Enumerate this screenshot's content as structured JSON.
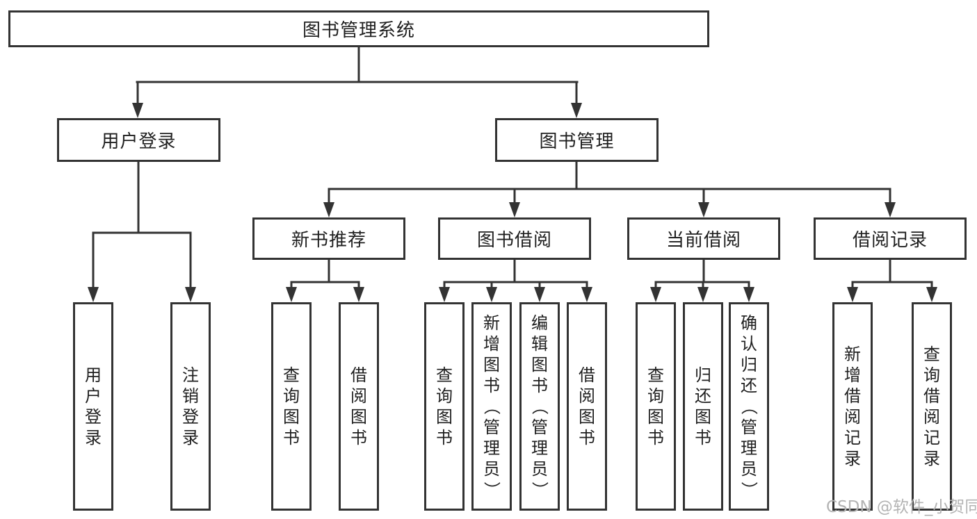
{
  "tree": {
    "root": "图书管理系统",
    "branches": [
      {
        "label": "用户登录",
        "leaves": [
          "用户登录",
          "注销登录"
        ]
      },
      {
        "label": "图书管理",
        "groups": [
          {
            "label": "新书推荐",
            "leaves": [
              "查询图书",
              "借阅图书"
            ]
          },
          {
            "label": "图书借阅",
            "leaves": [
              "查询图书",
              "新增图书（管理员）",
              "编辑图书（管理员）",
              "借阅图书"
            ]
          },
          {
            "label": "当前借阅",
            "leaves": [
              "查询图书",
              "归还图书",
              "确认归还（管理员）"
            ]
          },
          {
            "label": "借阅记录",
            "leaves": [
              "新增借阅记录",
              "查询借阅记录"
            ]
          }
        ]
      }
    ]
  },
  "watermark": {
    "text": "CSDN @软件_小贺同学"
  },
  "colors": {
    "line": "#333333",
    "text": "#1f1f1f",
    "watermark": "#b3b3b3",
    "background": "#ffffff"
  }
}
